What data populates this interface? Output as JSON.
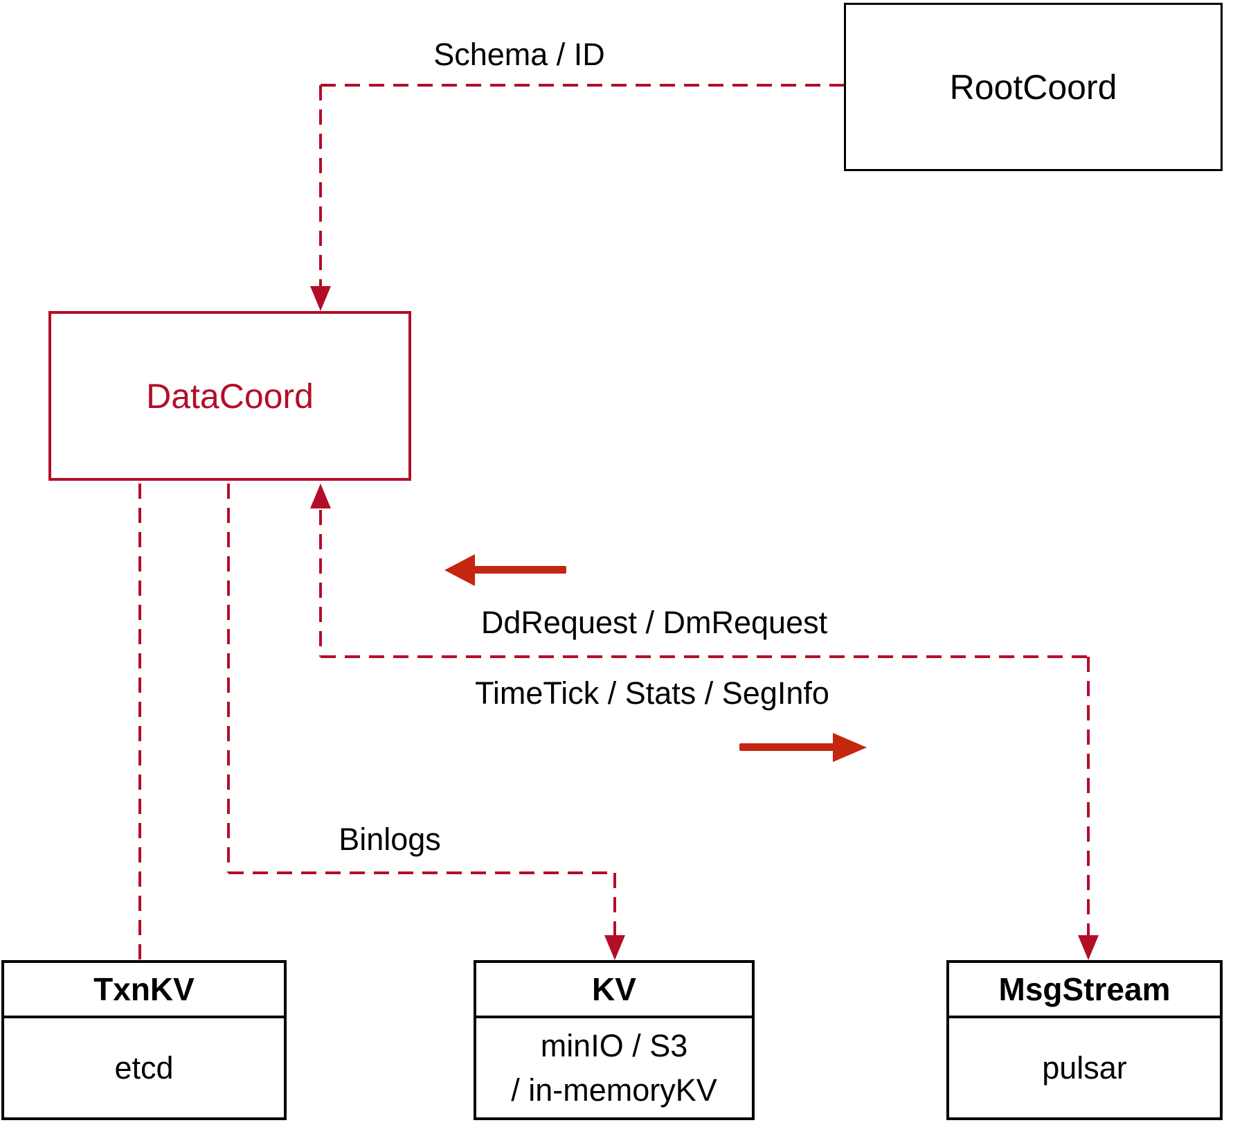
{
  "diagram": {
    "title_hint": "DataCoord interaction diagram",
    "colors": {
      "dashed_line": "#b30e28",
      "solid_arrow": "#c42610",
      "box_border": "#000000",
      "text": "#000000",
      "background": "#ffffff"
    },
    "nodes": {
      "rootcoord": {
        "label": "RootCoord"
      },
      "datacoord": {
        "label": "DataCoord"
      },
      "txnkv": {
        "title": "TxnKV",
        "body": "etcd"
      },
      "kv": {
        "title": "KV",
        "body_line1": "minIO / S3",
        "body_line2": "/ in-memoryKV"
      },
      "msgstream": {
        "title": "MsgStream",
        "body": "pulsar"
      }
    },
    "edge_labels": {
      "schema": "Schema / ID",
      "ddrequest": "DdRequest / DmRequest",
      "timetick": "TimeTick / Stats / SegInfo",
      "binlogs": "Binlogs"
    }
  }
}
